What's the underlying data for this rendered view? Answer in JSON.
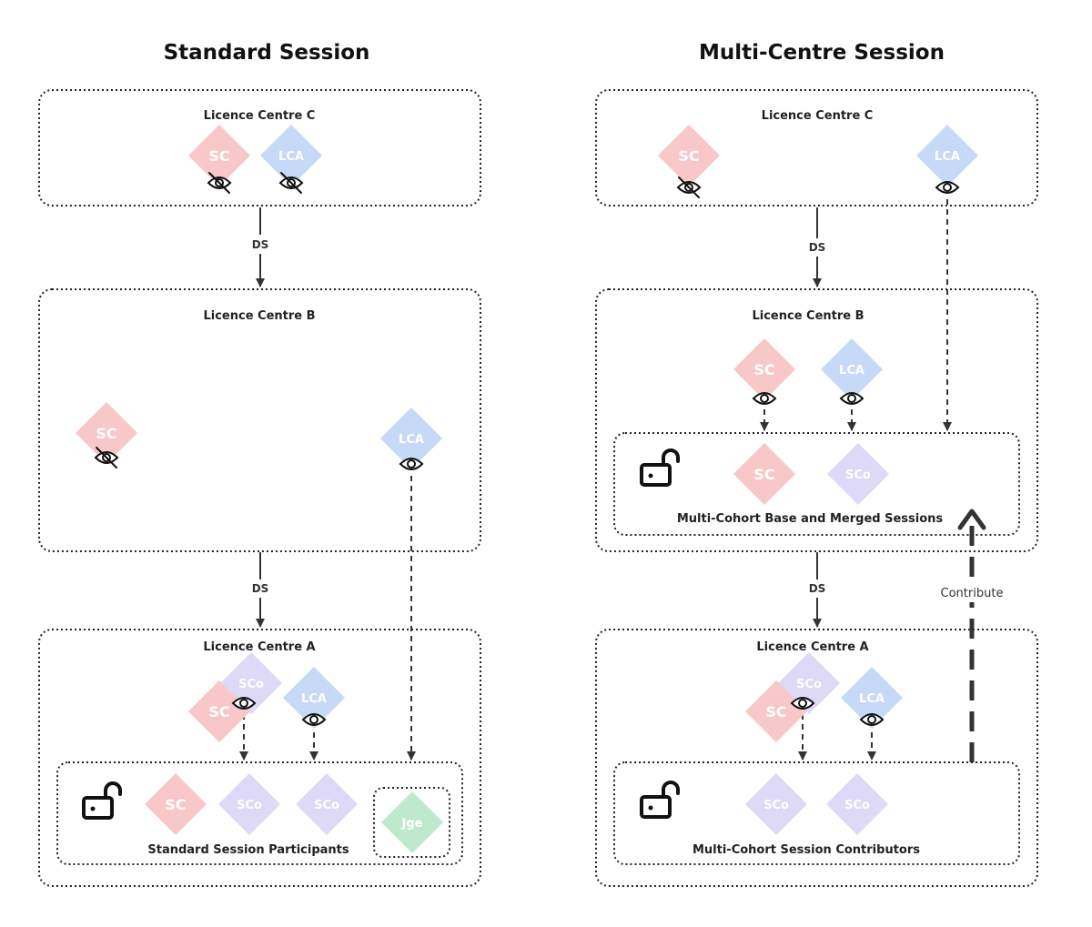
{
  "colors": {
    "sc": "#f8c8c8",
    "lca": "#c6daf7",
    "sco": "#ddd9f7",
    "jge": "#bfe9cf",
    "line": "#333333"
  },
  "left": {
    "title": "Standard Session",
    "centre_c": "Licence Centre C",
    "centre_b": "Licence Centre B",
    "centre_a": "Licence Centre A",
    "ds_1": "DS",
    "ds_2": "DS",
    "participants": "Standard Session Participants"
  },
  "right": {
    "title": "Multi-Centre Session",
    "centre_c": "Licence Centre C",
    "centre_b": "Licence Centre B",
    "centre_a": "Licence Centre A",
    "ds_1": "DS",
    "ds_2": "DS",
    "merged": "Multi-Cohort Base and Merged Sessions",
    "contributors": "Multi-Cohort Session Contributors",
    "contribute": "Contribute"
  },
  "tokens": {
    "sc": "SC",
    "lca": "LCA",
    "sco": "SCo",
    "jge": "Jge"
  },
  "icons": [
    "eye-icon",
    "eye-slash-icon",
    "unlocked-padlock-icon"
  ]
}
